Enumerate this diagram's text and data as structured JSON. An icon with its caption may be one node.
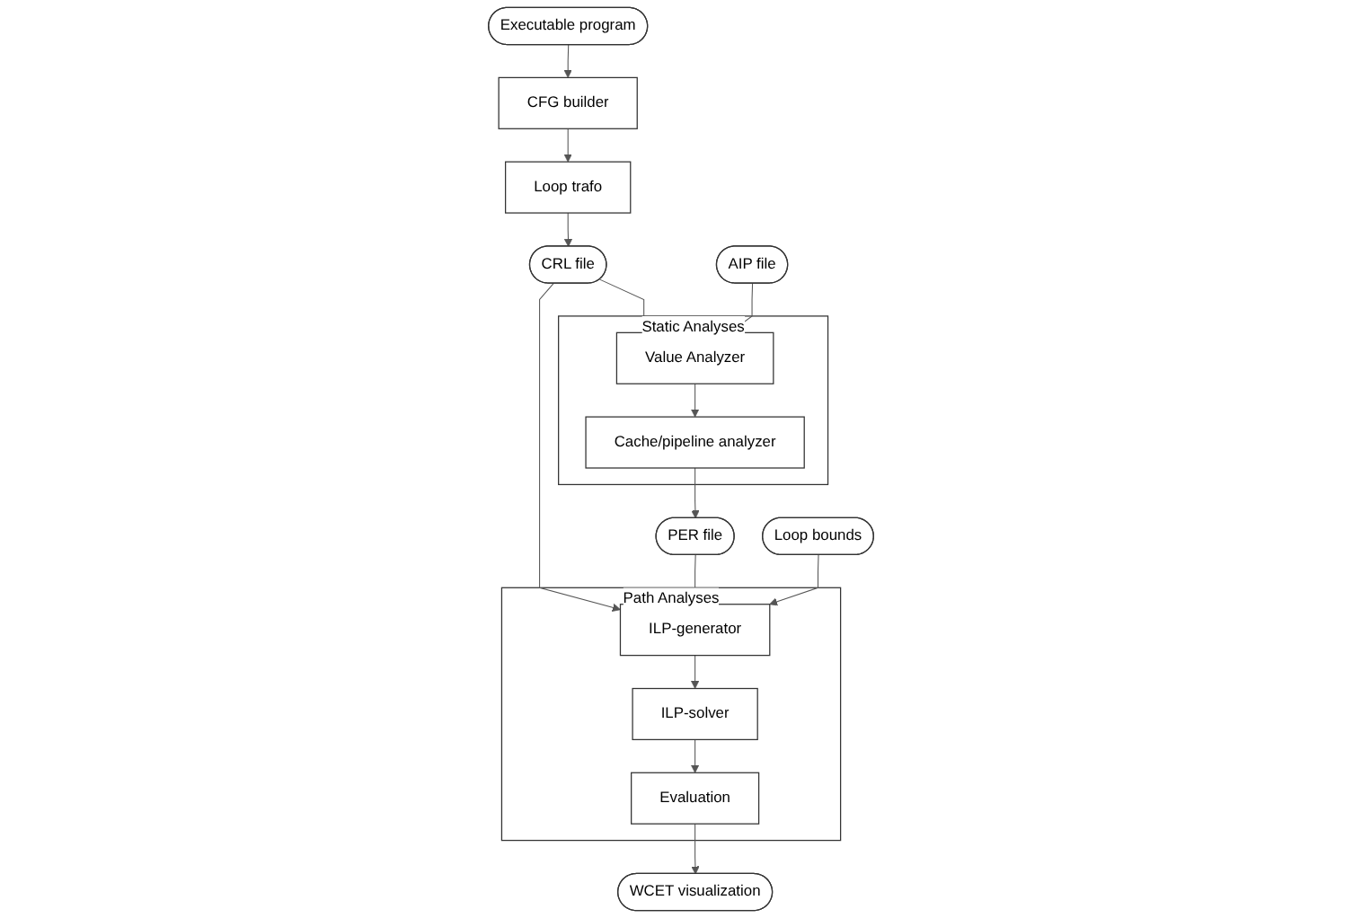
{
  "diagram": {
    "nodes": [
      {
        "text": [
          "Executable program"
        ]
      },
      {
        "text": [
          "CFG builder"
        ]
      },
      {
        "text": [
          "Loop trafo"
        ]
      },
      {
        "text": [
          "Static Analyses"
        ]
      },
      {
        "text": [
          "Value Analyzer"
        ],
        "in": 3
      },
      {
        "text": [
          "Cache/pipeline analyzer"
        ],
        "in": 3
      },
      {
        "text": [
          "CRL file"
        ]
      },
      {
        "text": [
          "AIP file"
        ]
      },
      {
        "text": [
          "PER file"
        ]
      },
      {
        "text": [
          "Path Analyses"
        ]
      },
      {
        "text": [
          "ILP-generator"
        ],
        "in": 9
      },
      {
        "text": [
          "ILP-solver"
        ],
        "in": 9
      },
      {
        "text": [
          "Evaluation"
        ],
        "in": 9
      },
      {
        "text": [
          "Loop bounds"
        ]
      },
      {
        "text": [
          "WCET visualization"
        ]
      }
    ],
    "edges": [
      {
        "from": 0,
        "to": 1,
        "arrow": "to"
      },
      {
        "from": 1,
        "to": 2,
        "arrow": "to"
      },
      {
        "from": 2,
        "to": 6,
        "arrow": "to"
      },
      {
        "from": 6,
        "to": 4,
        "arrow": "to"
      },
      {
        "from": 6,
        "to": 10,
        "arrow": "to"
      },
      {
        "from": 7,
        "to": 4,
        "arrow": "to"
      },
      {
        "from": 4,
        "to": 5,
        "arrow": "to"
      },
      {
        "from": 5,
        "to": 8,
        "arrow": "to"
      },
      {
        "from": 8,
        "to": 10,
        "arrow": "to"
      },
      {
        "from": 13,
        "to": 10,
        "arrow": "to"
      },
      {
        "from": 10,
        "to": 11,
        "arrow": "to"
      },
      {
        "from": 11,
        "to": 12,
        "arrow": "to"
      },
      {
        "from": 12,
        "to": 14,
        "arrow": "to"
      }
    ]
  }
}
